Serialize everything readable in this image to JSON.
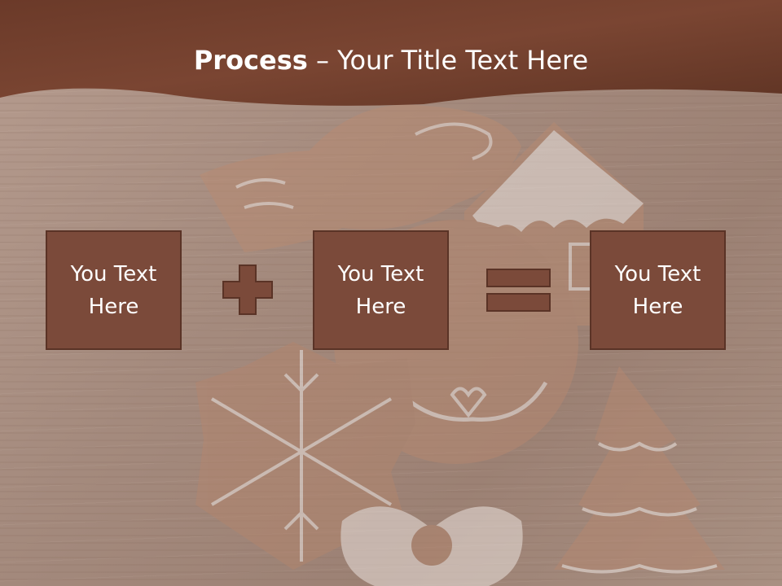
{
  "slide": {
    "title_bold": "Process",
    "title_rest": " – Your Title Text Here",
    "boxes": [
      {
        "label": "You Text Here"
      },
      {
        "label": "You Text Here"
      },
      {
        "label": "You Text Here"
      }
    ],
    "operators": [
      "plus-icon",
      "equals-icon"
    ]
  },
  "colors": {
    "header": "#7a4532",
    "box_fill": "#7b4a3a",
    "box_border": "#5a3326",
    "background": "#a48c80"
  }
}
